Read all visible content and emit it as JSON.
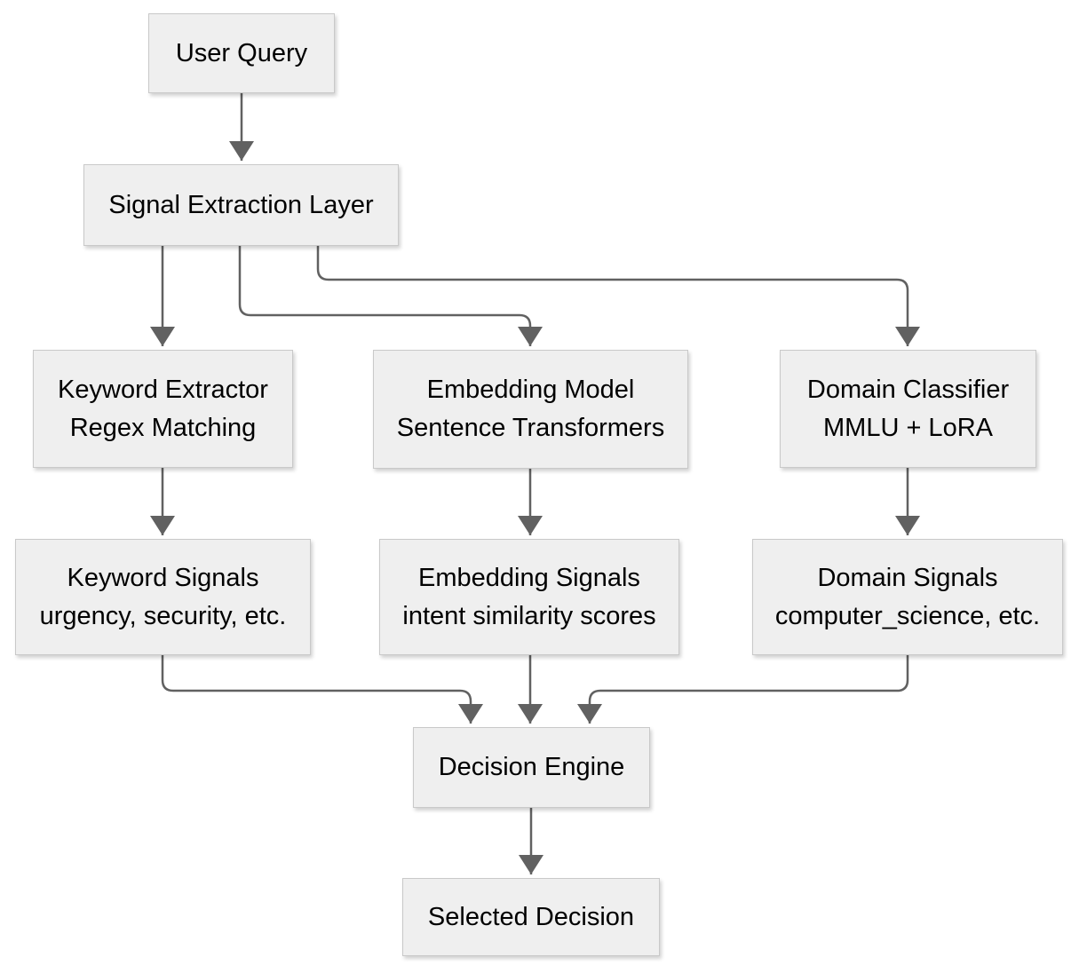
{
  "diagram": {
    "type": "flowchart",
    "direction": "top-down",
    "nodes": {
      "user_query": {
        "lines": [
          "User Query"
        ]
      },
      "signal_extraction": {
        "lines": [
          "Signal Extraction Layer"
        ]
      },
      "keyword_extractor": {
        "lines": [
          "Keyword Extractor",
          "Regex Matching"
        ]
      },
      "embedding_model": {
        "lines": [
          "Embedding Model",
          "Sentence Transformers"
        ]
      },
      "domain_classifier": {
        "lines": [
          "Domain Classifier",
          "MMLU + LoRA"
        ]
      },
      "keyword_signals": {
        "lines": [
          "Keyword Signals",
          "urgency, security, etc."
        ]
      },
      "embedding_signals": {
        "lines": [
          "Embedding Signals",
          "intent similarity scores"
        ]
      },
      "domain_signals": {
        "lines": [
          "Domain Signals",
          "computer_science, etc."
        ]
      },
      "decision_engine": {
        "lines": [
          "Decision Engine"
        ]
      },
      "selected_decision": {
        "lines": [
          "Selected Decision"
        ]
      }
    },
    "edges": [
      {
        "from": "User Query",
        "to": "Signal Extraction Layer"
      },
      {
        "from": "Signal Extraction Layer",
        "to": "Keyword Extractor"
      },
      {
        "from": "Signal Extraction Layer",
        "to": "Embedding Model"
      },
      {
        "from": "Signal Extraction Layer",
        "to": "Domain Classifier"
      },
      {
        "from": "Keyword Extractor",
        "to": "Keyword Signals"
      },
      {
        "from": "Embedding Model",
        "to": "Embedding Signals"
      },
      {
        "from": "Domain Classifier",
        "to": "Domain Signals"
      },
      {
        "from": "Keyword Signals",
        "to": "Decision Engine"
      },
      {
        "from": "Embedding Signals",
        "to": "Decision Engine"
      },
      {
        "from": "Domain Signals",
        "to": "Decision Engine"
      },
      {
        "from": "Decision Engine",
        "to": "Selected Decision"
      }
    ],
    "colors": {
      "background": "#ffffff",
      "node_fill": "#efefef",
      "node_border": "#c9c9c9",
      "edge": "#616161",
      "text": "#000000"
    }
  }
}
